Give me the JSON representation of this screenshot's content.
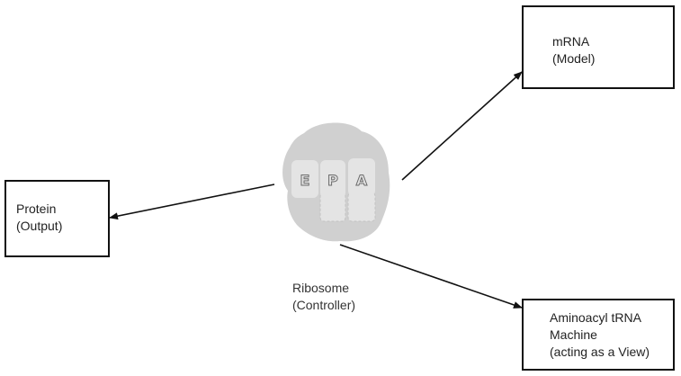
{
  "nodes": {
    "mrna": {
      "line1": "mRNA",
      "line2": "(Model)"
    },
    "protein": {
      "line1": "Protein",
      "line2": "(Output)"
    },
    "trna": {
      "line1": "Aminoacyl tRNA",
      "line2": "Machine",
      "line3": "(acting as a View)"
    },
    "ribosome": {
      "line1": "Ribosome",
      "line2": "(Controller)"
    }
  },
  "ribosome_sites": {
    "e": "E",
    "p": "P",
    "a": "A"
  },
  "colors": {
    "ribosome_body": "#d0d0d0",
    "site_fill": "#e4e4e4",
    "arrow": "#111111"
  }
}
